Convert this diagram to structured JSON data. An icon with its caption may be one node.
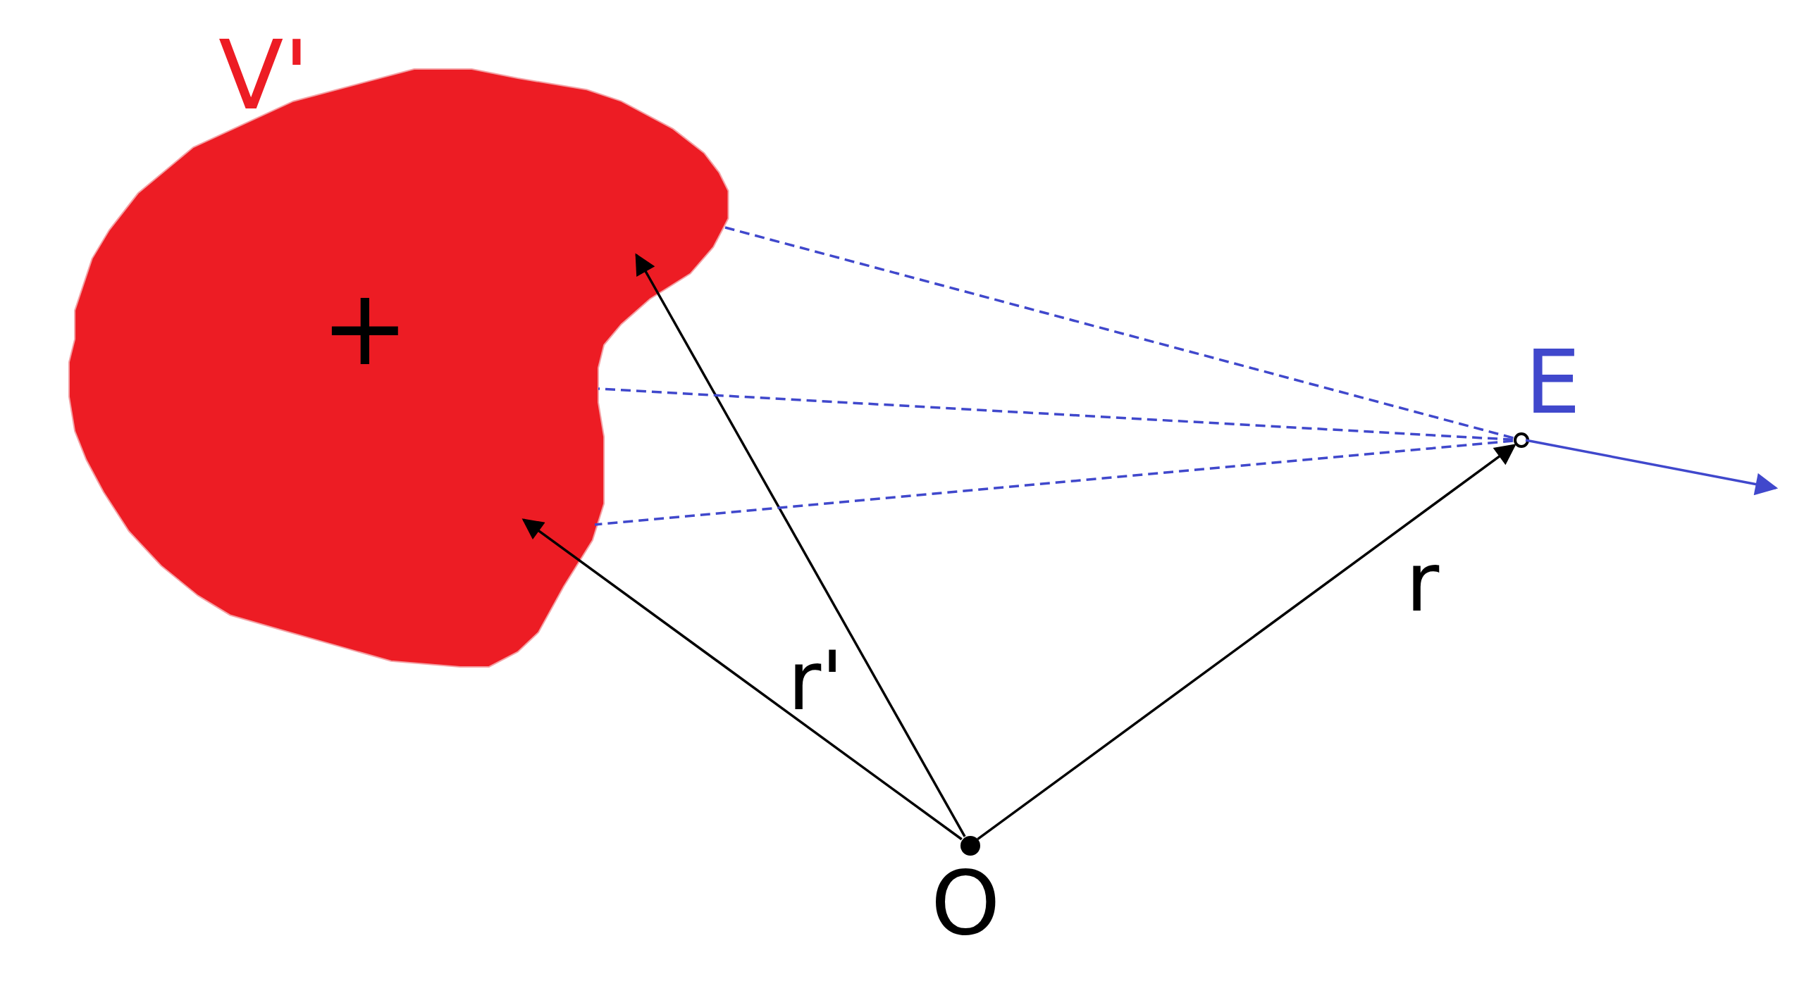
{
  "diagram": {
    "nodes": [
      {
        "text": [
          "V'"
        ]
      },
      {
        "text": [
          "O"
        ]
      },
      {
        "text": [
          "E"
        ]
      }
    ],
    "edges": [
      {
        "from": 1,
        "to": 0,
        "arrow": "to"
      },
      {
        "from": 1,
        "to": 0,
        "arrow": "to"
      },
      {
        "from": 1,
        "to": 2,
        "arrow": "to",
        "label": "r"
      },
      {
        "from": 2,
        "to": 0,
        "arrow": "none",
        "style": "dashed",
        "color": "#4048cc"
      },
      {
        "from": 2,
        "to": 0,
        "arrow": "none",
        "style": "dashed",
        "color": "#4048cc"
      },
      {
        "from": 2,
        "to": 0,
        "arrow": "none",
        "style": "dashed",
        "color": "#4048cc"
      }
    ],
    "labels": [
      "+",
      "r'"
    ]
  }
}
